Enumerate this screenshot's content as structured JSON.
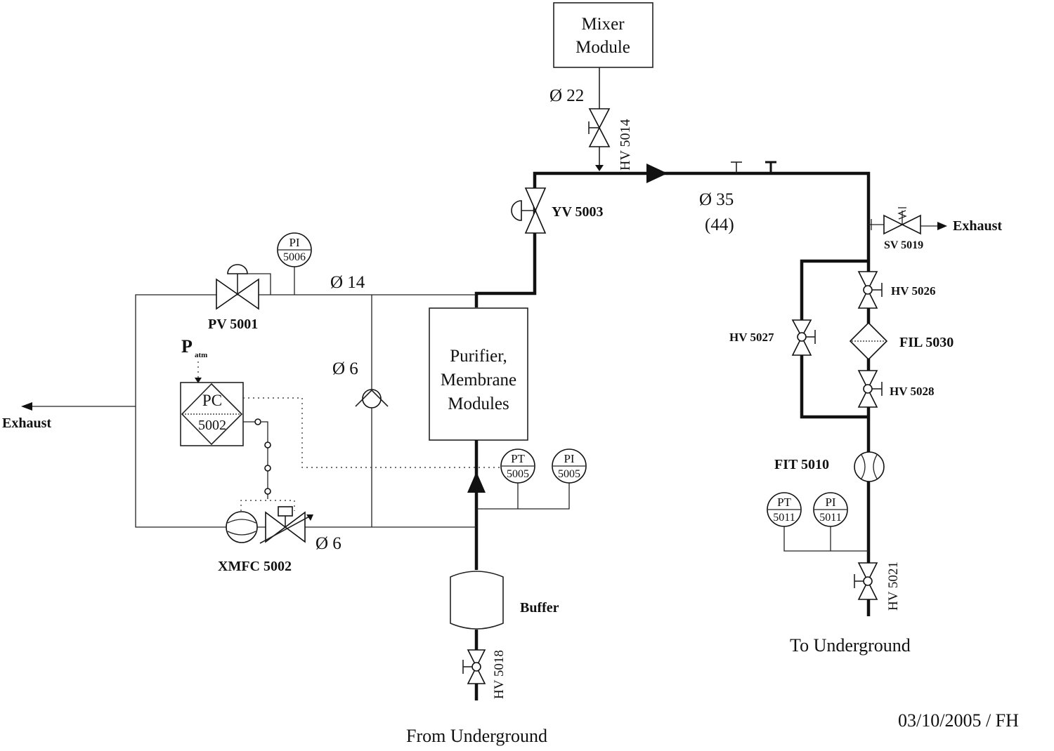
{
  "mixer": {
    "line1": "Mixer",
    "line2": "Module"
  },
  "purifier": {
    "line1": "Purifier,",
    "line2": "Membrane",
    "line3": "Modules"
  },
  "buffer": "Buffer",
  "pipes": {
    "d22": "Ø 22",
    "d35": "Ø 35",
    "d35_alt": "(44)",
    "d14": "Ø 14",
    "d6_a": "Ø 6",
    "d6_b": "Ø 6"
  },
  "valves": {
    "hv5014": "HV 5014",
    "yv5003": "YV 5003",
    "pv5001": "PV 5001",
    "sv5019": "SV 5019",
    "hv5026": "HV 5026",
    "hv5027": "HV 5027",
    "hv5028": "HV 5028",
    "hv5021": "HV 5021",
    "hv5018": "HV 5018"
  },
  "instruments": {
    "pi5006": {
      "tag": "PI",
      "num": "5006"
    },
    "pc5002": {
      "tag": "PC",
      "num": "5002"
    },
    "pt5005": {
      "tag": "PT",
      "num": "5005"
    },
    "pi5005": {
      "tag": "PI",
      "num": "5005"
    },
    "pt5011": {
      "tag": "PT",
      "num": "5011"
    },
    "pi5011": {
      "tag": "PI",
      "num": "5011"
    }
  },
  "xmfc": "XMFC 5002",
  "fil": "FIL 5030",
  "fit": "FIT 5010",
  "patm": {
    "main": "P",
    "sub": "atm"
  },
  "exhaust_left": "Exhaust",
  "exhaust_right": "Exhaust",
  "from_underground": "From Underground",
  "to_underground": "To Underground",
  "footer": "03/10/2005 / FH"
}
